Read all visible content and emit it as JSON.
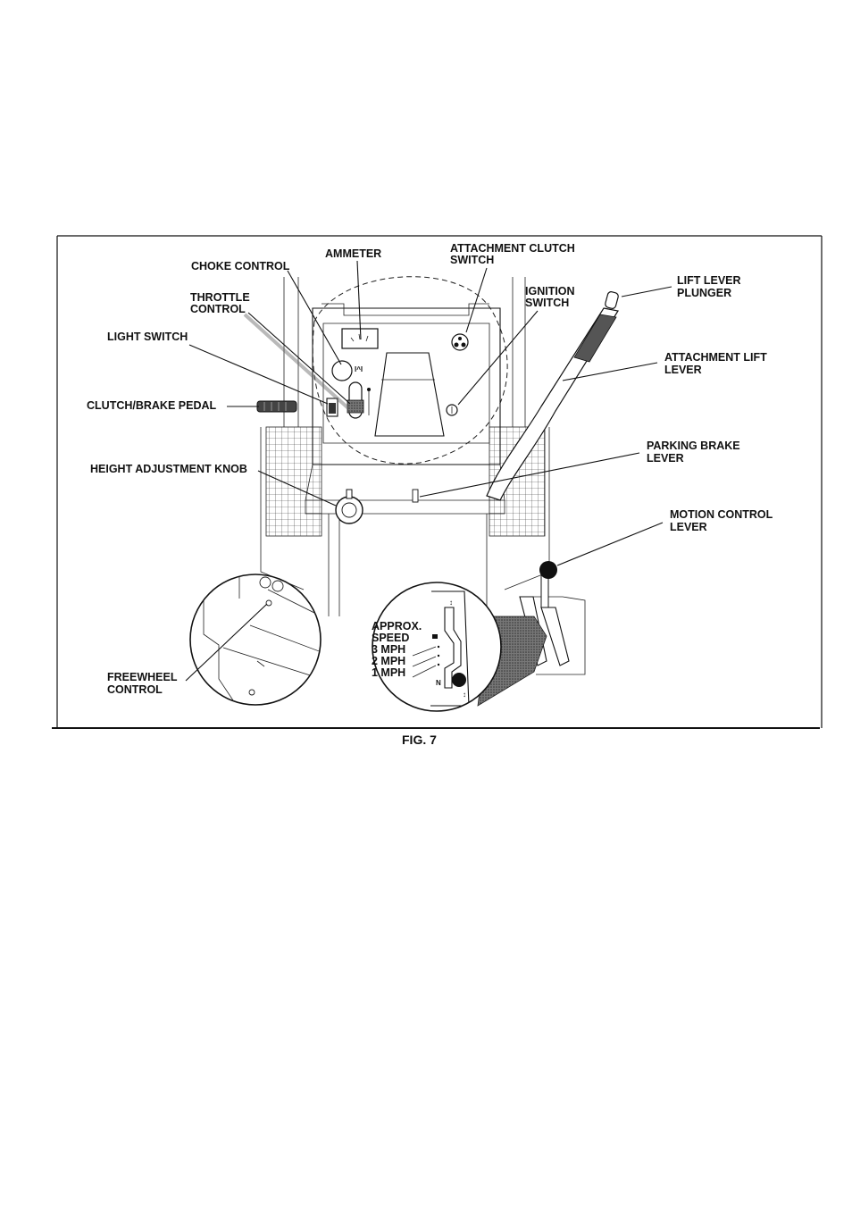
{
  "figure": {
    "caption": "FIG. 7",
    "labels": {
      "ammeter": "AMMETER",
      "attachment_clutch_switch_1": "ATTACHMENT CLUTCH",
      "attachment_clutch_switch_2": "SWITCH",
      "choke_control": "CHOKE  CONTROL",
      "throttle_control_1": "THROTTLE",
      "throttle_control_2": "CONTROL",
      "ignition_switch_1": "IGNITION",
      "ignition_switch_2": "SWITCH",
      "lift_lever_plunger_1": "LIFT LEVER",
      "lift_lever_plunger_2": "PLUNGER",
      "light_switch": "LIGHT SWITCH",
      "attachment_lift_lever_1": "ATTACHMENT LIFT",
      "attachment_lift_lever_2": "LEVER",
      "clutch_brake_pedal": "CLUTCH/BRAKE PEDAL",
      "parking_brake_lever_1": "PARKING BRAKE",
      "parking_brake_lever_2": "LEVER",
      "height_adjustment_knob": "HEIGHT ADJUSTMENT KNOB",
      "motion_control_lever_1": "MOTION CONTROL",
      "motion_control_lever_2": "LEVER",
      "approx_speed_1": "APPROX.",
      "approx_speed_2": "SPEED",
      "speed_3": "3 MPH",
      "speed_2": "2 MPH",
      "speed_1": "1 MPH",
      "neutral": "N",
      "freewheel_control_1": "FREEWHEEL",
      "freewheel_control_2": "CONTROL"
    }
  }
}
